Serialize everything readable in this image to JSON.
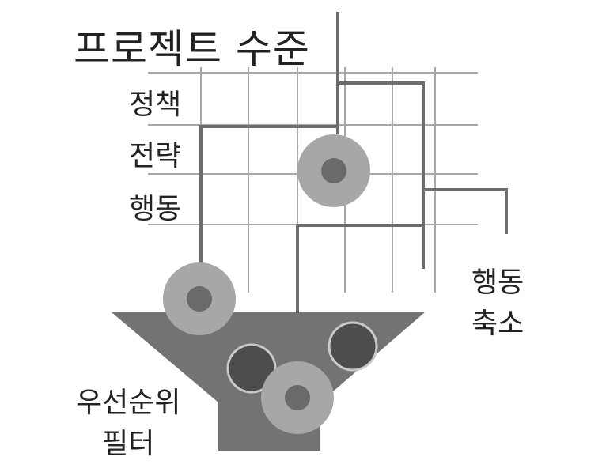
{
  "title": "프로젝트 수준",
  "levels": [
    "정책",
    "전략",
    "행동"
  ],
  "side_label": {
    "line1": "행동",
    "line2": "축소"
  },
  "filter_label": {
    "line1": "우선순위",
    "line2": "필터"
  },
  "colors": {
    "grid": "#a8a8a8",
    "path": "#6d6d6f",
    "funnel": "#737376",
    "ball_light": "#a7a7a9",
    "ball_core": "#6a6a6c",
    "ball_dark": "#4d4d4f",
    "ball_dark_ring": "#c9c9cb",
    "text": "#222222"
  }
}
